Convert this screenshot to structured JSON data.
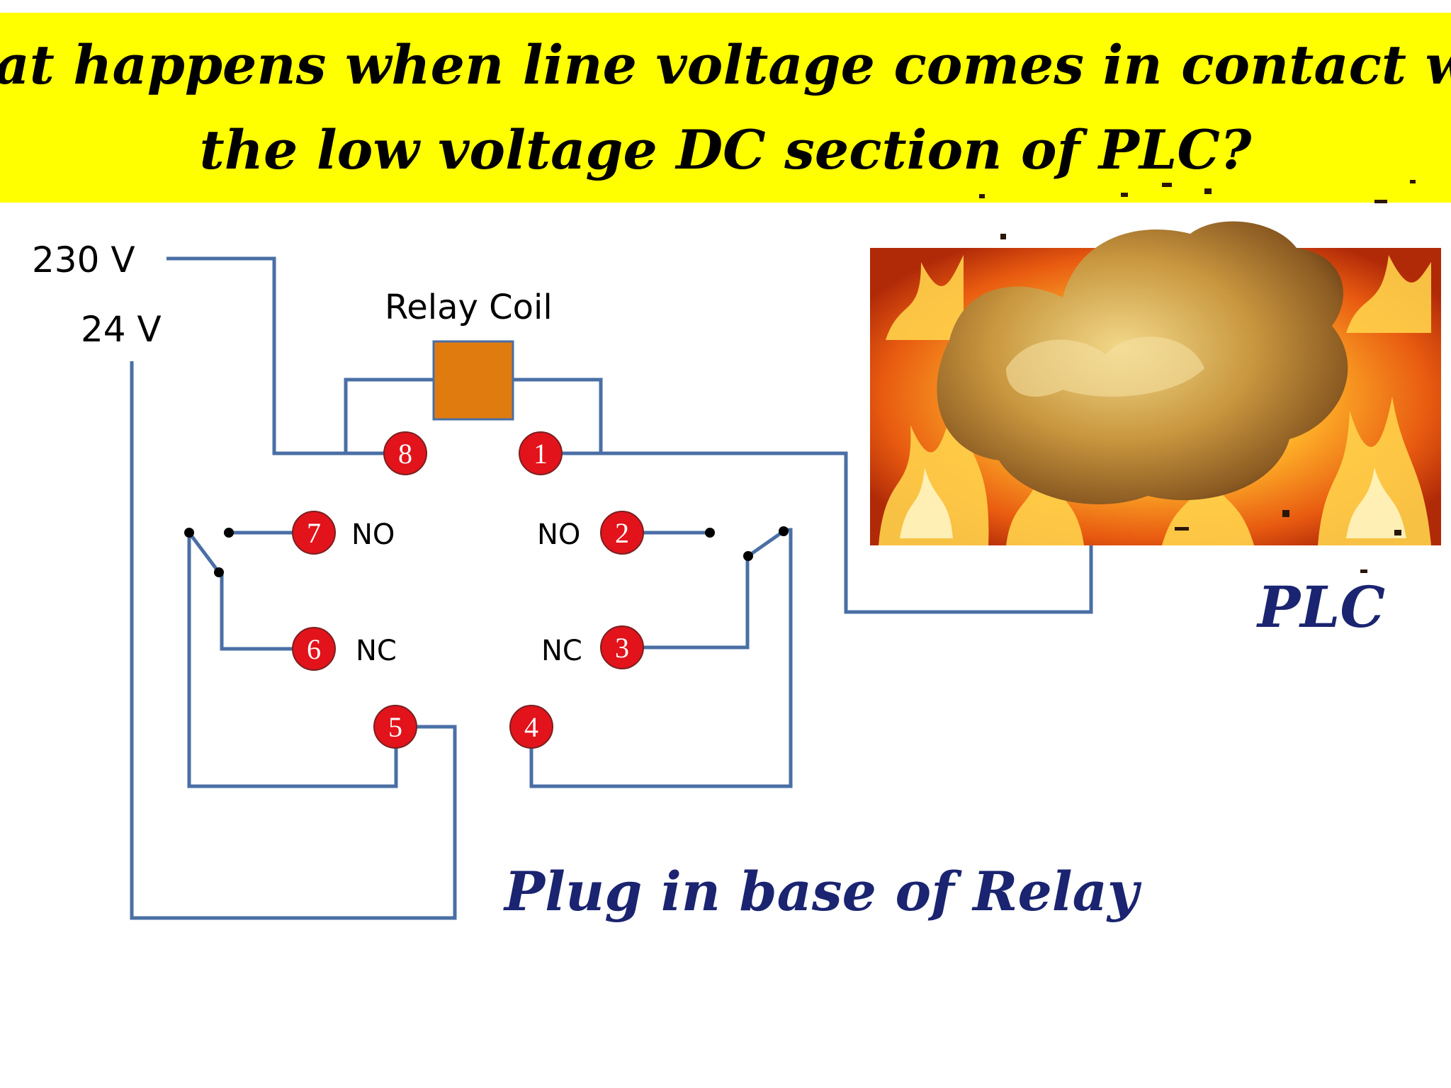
{
  "title": {
    "line1": "What happens when line voltage comes in contact with",
    "line2": "the low voltage DC section of PLC?"
  },
  "labels": {
    "v230": "230 V",
    "v24": "24 V",
    "relay_coil": "Relay Coil",
    "plc": "PLC",
    "plug_base": "Plug in base of Relay"
  },
  "pins": {
    "p1": "1",
    "p2": "2",
    "p3": "3",
    "p4": "4",
    "p5": "5",
    "p6": "6",
    "p7": "7",
    "p8": "8"
  },
  "contacts": {
    "no_left": "NO",
    "no_right": "NO",
    "nc_left": "NC",
    "nc_right": "NC"
  },
  "colors": {
    "banner": "#ffff00",
    "wire": "#4a6fa5",
    "pin_fill": "#e2131b",
    "coil_fill": "#e07b10",
    "label_blue": "#1a2470"
  }
}
